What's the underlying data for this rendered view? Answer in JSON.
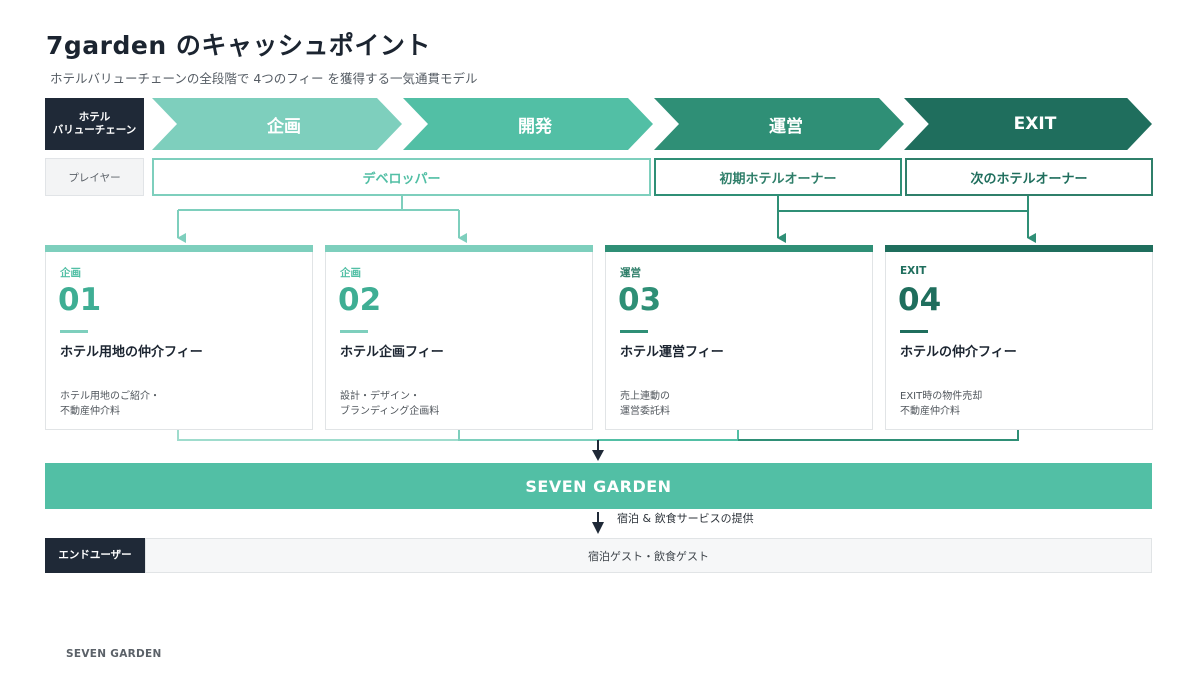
{
  "title": "7garden のキャッシュポイント",
  "subtitle": "ホテルバリューチェーンの全段階で 4つのフィー を獲得する一気通貫モデル",
  "row_labels": {
    "chain_line1": "ホテル",
    "chain_line2": "バリューチェーン",
    "player": "プレイヤー",
    "enduser": "エンドユーザー"
  },
  "phases": [
    "企画",
    "開発",
    "運営",
    "EXIT"
  ],
  "players": {
    "developer": "デベロッパー",
    "initial_owner": "初期ホテルオーナー",
    "next_owner": "次のホテルオーナー"
  },
  "cards": [
    {
      "phase": "企画",
      "number": "01",
      "name": "ホテル用地の仲介フィー",
      "desc_line1": "ホテル用地のご紹介・",
      "desc_line2": "不動産仲介料"
    },
    {
      "phase": "企画",
      "number": "02",
      "name": "ホテル企画フィー",
      "desc_line1": "設計・デザイン・",
      "desc_line2": "ブランディング企画料"
    },
    {
      "phase": "運営",
      "number": "03",
      "name": "ホテル運営フィー",
      "desc_line1": "売上連動の",
      "desc_line2": "運営委託料"
    },
    {
      "phase": "EXIT",
      "number": "04",
      "name": "ホテルの仲介フィー",
      "desc_line1": "EXIT時の物件売却",
      "desc_line2": "不動産仲介料"
    }
  ],
  "hub": "SEVEN GARDEN",
  "service_note": "宿泊 & 飲食サービスの提供",
  "enduser_value": "宿泊ゲスト・飲食ゲスト",
  "footer": "SEVEN GARDEN",
  "colors": {
    "phase_plan": "#7ecfbd",
    "phase_dev": "#52bfa5",
    "phase_ops": "#2f8f76",
    "phase_exit": "#1f6e5d",
    "dark_label": "#1f2937",
    "hub": "#52bfa5"
  }
}
